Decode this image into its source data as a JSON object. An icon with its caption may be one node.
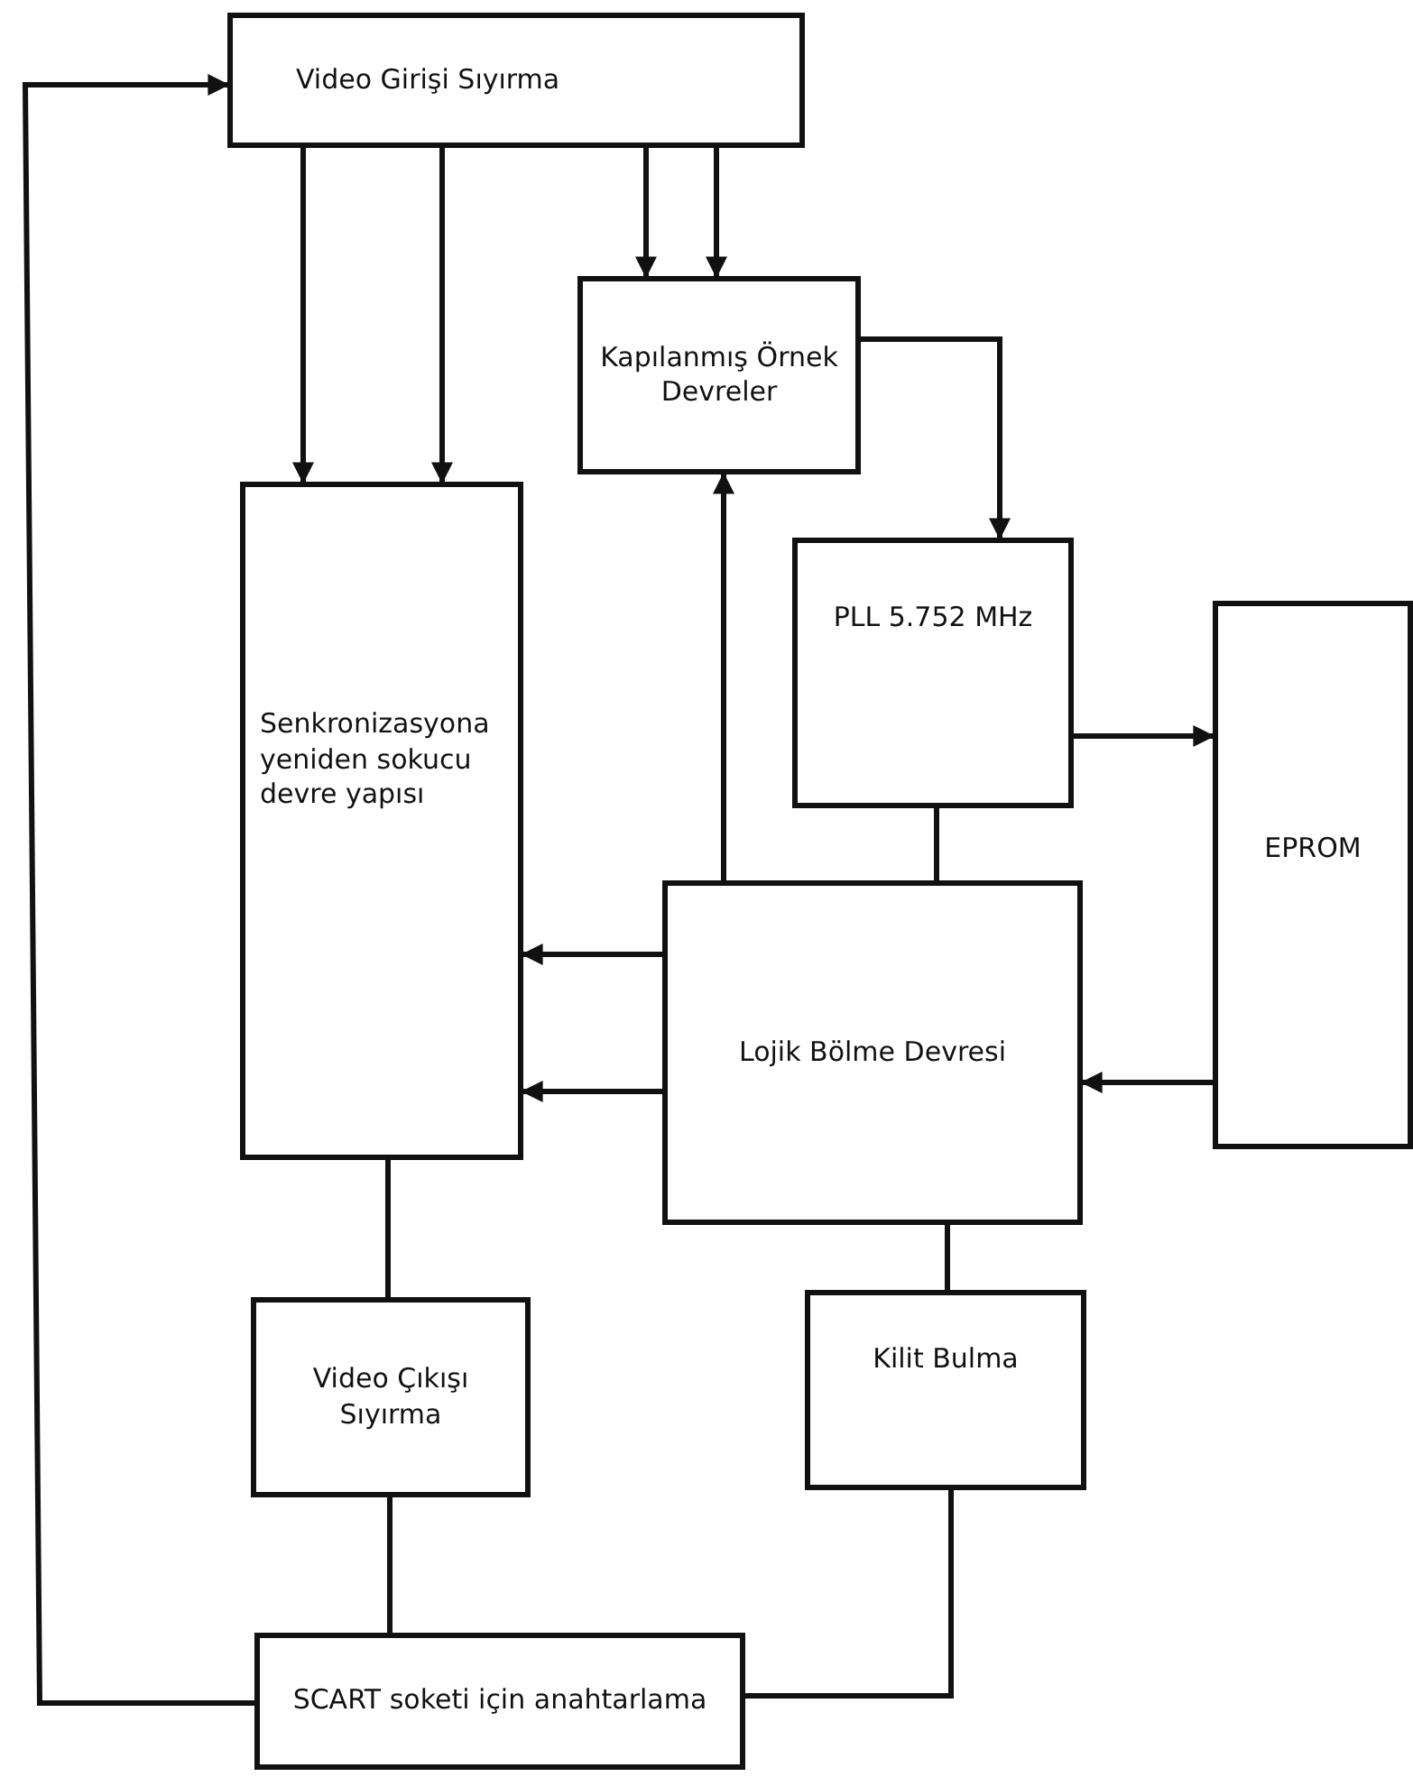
{
  "diagram": {
    "nodes": [
      {
        "text": [
          "Video Girişi Sıyırma"
        ]
      },
      {
        "text": [
          "Kapılanmış Örnek Devreler"
        ]
      },
      {
        "text": [
          "Senkronizasyona yeniden sokucu devre yapısı"
        ]
      },
      {
        "text": [
          "PLL 5.752 MHz"
        ]
      },
      {
        "text": [
          "EPROM"
        ]
      },
      {
        "text": [
          "Lojik Bölme Devresi"
        ]
      },
      {
        "text": [
          "Video Çıkışı Sıyırma"
        ]
      },
      {
        "text": [
          "Kilit Bulma"
        ]
      },
      {
        "text": [
          "SCART soketi için anahtarlama"
        ]
      }
    ],
    "edges": [
      {
        "from": 0,
        "to": 2,
        "arrow": "to"
      },
      {
        "from": 0,
        "to": 2,
        "arrow": "to"
      },
      {
        "from": 0,
        "to": 1,
        "arrow": "to"
      },
      {
        "from": 0,
        "to": 1,
        "arrow": "to"
      },
      {
        "from": 1,
        "to": 3,
        "arrow": "to"
      },
      {
        "from": 5,
        "to": 1,
        "arrow": "to"
      },
      {
        "from": 3,
        "to": 4,
        "arrow": "to"
      },
      {
        "from": 3,
        "to": 5,
        "arrow": "none"
      },
      {
        "from": 5,
        "to": 2,
        "arrow": "to"
      },
      {
        "from": 5,
        "to": 2,
        "arrow": "to"
      },
      {
        "from": 4,
        "to": 5,
        "arrow": "to"
      },
      {
        "from": 2,
        "to": 6,
        "arrow": "none"
      },
      {
        "from": 5,
        "to": 7,
        "arrow": "none"
      },
      {
        "from": 6,
        "to": 8,
        "arrow": "none"
      },
      {
        "from": 7,
        "to": 8,
        "arrow": "none"
      },
      {
        "from": 8,
        "to": 0,
        "arrow": "to"
      }
    ]
  }
}
